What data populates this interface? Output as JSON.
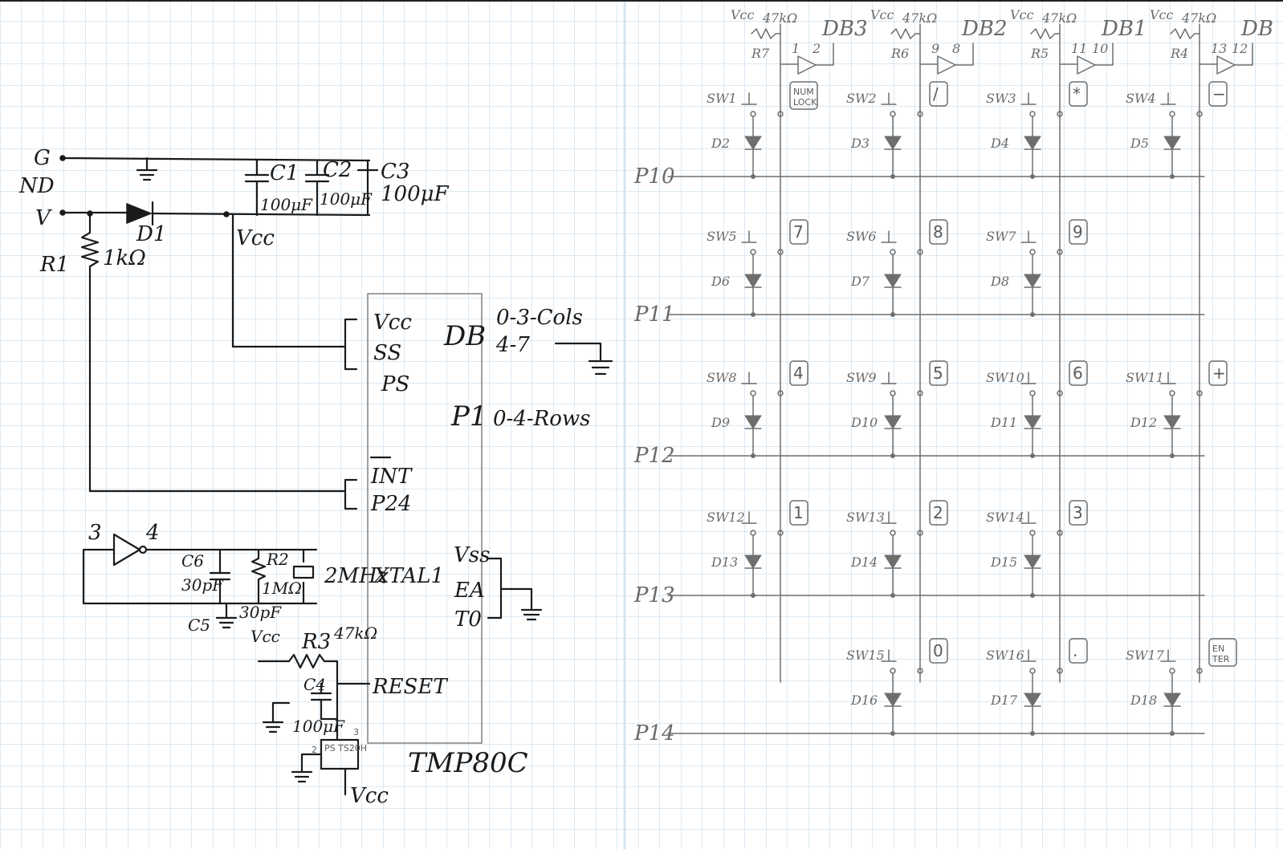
{
  "schematic": {
    "power": {
      "ground_label": "G",
      "nd_label": "ND",
      "v_label": "V",
      "vcc_label": "Vcc",
      "r1": {
        "name": "R1",
        "value": "1kΩ"
      },
      "d1": {
        "name": "D1"
      },
      "c1": {
        "name": "C1",
        "value": "100μF"
      },
      "c2": {
        "name": "C2",
        "value": "100μF"
      },
      "c3": {
        "name": "C3",
        "value": "100μF"
      }
    },
    "mcu": {
      "part": "TMP80C",
      "pin_vcc": "Vcc",
      "pin_ss": "SS",
      "pin_ps": "PS",
      "pin_int": "INT",
      "pin_p24": "P24",
      "pin_vss": "Vss",
      "pin_ea": "EA",
      "pin_t0": "T0",
      "db_label": "DB",
      "p1_label": "P1",
      "db_cols": "0-3-Cols",
      "db_4_7": "4-7",
      "p1_rows": "0-4-Rows"
    },
    "oscillator": {
      "inv_in": "3",
      "inv_out": "4",
      "c6": {
        "name": "C6",
        "value": "30pF"
      },
      "c5": {
        "name": "C5",
        "value": "30pF"
      },
      "r2": {
        "name": "R2",
        "value": "1MΩ"
      },
      "xtal": {
        "name": "XTAL1",
        "freq": "2MHz"
      }
    },
    "reset": {
      "vcc_label": "Vcc",
      "r3": {
        "name": "R3",
        "value": "47kΩ"
      },
      "c4": {
        "name": "C4",
        "value": "100μF"
      },
      "reset_label": "RESET",
      "ps_part": "PS\nTS20H",
      "pin2": "2",
      "pin3": "3",
      "vcc_bottom": "Vcc"
    }
  },
  "keyboard": {
    "columns": [
      {
        "db": "DB3",
        "vcc": "Vcc",
        "r": "R7",
        "rv": "47kΩ",
        "in": "1",
        "out": "2"
      },
      {
        "db": "DB2",
        "vcc": "Vcc",
        "r": "R6",
        "rv": "47kΩ",
        "in": "9",
        "out": "8"
      },
      {
        "db": "DB1",
        "vcc": "Vcc",
        "r": "R5",
        "rv": "47kΩ",
        "in": "11",
        "out": "10"
      },
      {
        "db": "DB",
        "vcc": "Vcc",
        "r": "R4",
        "rv": "47kΩ",
        "in": "13",
        "out": "12"
      }
    ],
    "rows": [
      "P10",
      "P11",
      "P12",
      "P13",
      "P14"
    ],
    "keys": [
      {
        "sw": "SW1",
        "d": "D2",
        "key": "NUM\nLOCK"
      },
      {
        "sw": "SW2",
        "d": "D3",
        "key": "/"
      },
      {
        "sw": "SW3",
        "d": "D4",
        "key": "*"
      },
      {
        "sw": "SW4",
        "d": "D5",
        "key": "−"
      },
      {
        "sw": "SW5",
        "d": "D6",
        "key": "7"
      },
      {
        "sw": "SW6",
        "d": "D7",
        "key": "8"
      },
      {
        "sw": "SW7",
        "d": "D8",
        "key": "9"
      },
      {
        "sw": "SW8",
        "d": "D9",
        "key": "4"
      },
      {
        "sw": "SW9",
        "d": "D10",
        "key": "5"
      },
      {
        "sw": "SW10",
        "d": "D11",
        "key": "6"
      },
      {
        "sw": "SW11",
        "d": "D12",
        "key": "+"
      },
      {
        "sw": "SW12",
        "d": "D13",
        "key": "1"
      },
      {
        "sw": "SW13",
        "d": "D14",
        "key": "2"
      },
      {
        "sw": "SW14",
        "d": "D15",
        "key": "3"
      },
      {
        "sw": "SW15",
        "d": "D16",
        "key": "0"
      },
      {
        "sw": "SW16",
        "d": "D17",
        "key": "."
      },
      {
        "sw": "SW17",
        "d": "D18",
        "key": "EN\nTER"
      }
    ]
  }
}
